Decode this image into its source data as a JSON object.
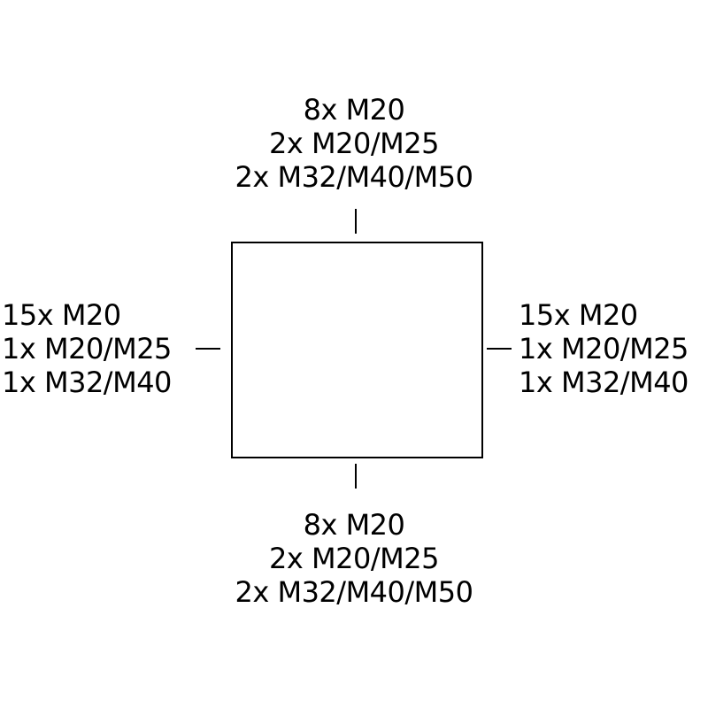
{
  "sides": {
    "top": {
      "lines": [
        "8x M20",
        "2x M20/M25",
        "2x M32/M40/M50"
      ]
    },
    "left": {
      "lines": [
        "15x M20",
        "1x M20/M25",
        "1x M32/M40"
      ]
    },
    "right": {
      "lines": [
        "15x M20",
        "1x M20/M25",
        "1x M32/M40"
      ]
    },
    "bottom": {
      "lines": [
        "8x M20",
        "2x M20/M25",
        "2x M32/M40/M50"
      ]
    }
  },
  "colors": {
    "line": "#000000",
    "text": "#000000",
    "background": "#ffffff"
  }
}
